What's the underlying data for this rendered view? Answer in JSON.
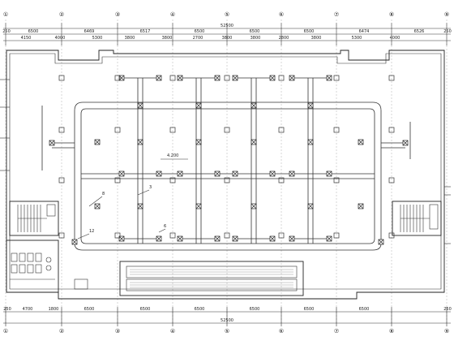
{
  "axes": {
    "top_labels": [
      "①",
      "②",
      "③",
      "④",
      "⑤",
      "⑥",
      "⑦",
      "⑧",
      "⑨"
    ],
    "bottom_labels": [
      "①",
      "②",
      "③",
      "④",
      "⑤",
      "⑥",
      "⑦",
      "⑧",
      "⑨"
    ]
  },
  "dimensions": {
    "top_total": "52500",
    "top_row1": [
      "250",
      "6500",
      "6469",
      "6517",
      "6500",
      "6500",
      "6500",
      "6474",
      "6526",
      "250"
    ],
    "top_row2": [
      "4150",
      "4000",
      "5300",
      "3800",
      "3800",
      "2700",
      "3800",
      "3800",
      "2800",
      "3800",
      "5300",
      "4000"
    ],
    "bottom_row": [
      "250",
      "4700",
      "1800",
      "6500",
      "6500",
      "6500",
      "6500",
      "6500",
      "6500",
      "250"
    ],
    "bottom_total": "52500"
  },
  "annotations": {
    "elevation": "4.200",
    "tags": [
      "8",
      "3",
      "12",
      "6"
    ]
  },
  "colors": {
    "line": "#222222",
    "background": "#ffffff"
  }
}
